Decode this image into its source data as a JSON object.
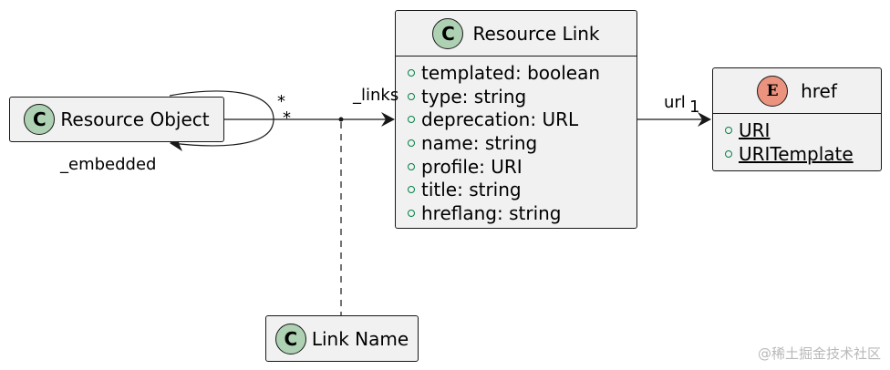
{
  "resource_object": {
    "name": "Resource Object",
    "stereotype": "C"
  },
  "resource_link": {
    "name": "Resource Link",
    "stereotype": "C",
    "attributes": [
      "templated: boolean",
      "type: string",
      "deprecation: URL",
      "name: string",
      "profile: URI",
      "title: string",
      "hreflang: string"
    ]
  },
  "href": {
    "name": "href",
    "stereotype": "E",
    "values": [
      "URI",
      "URITemplate"
    ]
  },
  "link_name": {
    "name": "Link Name",
    "stereotype": "C"
  },
  "labels": {
    "self_mult_top": "*",
    "self_mult_bottom": "*",
    "embedded": "_embedded",
    "links": "_links",
    "url": "url",
    "url_mult": "1"
  },
  "watermark": "@稀土掘金技术社区"
}
